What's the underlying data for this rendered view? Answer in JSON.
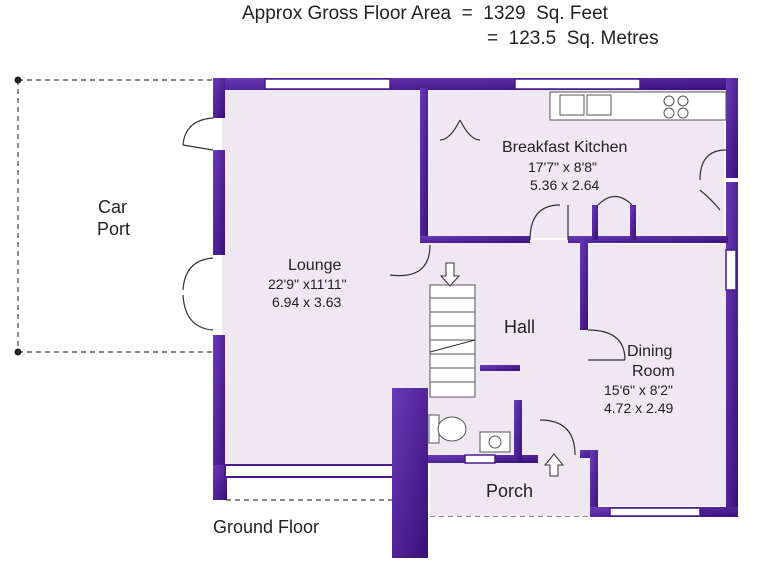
{
  "header": {
    "area_line1": "Approx Gross Floor Area  =  1329  Sq. Feet",
    "area_line2": "=  123.5  Sq. Metres"
  },
  "floor_label": "Ground Floor",
  "colors": {
    "wall": "#4a1a8c",
    "wall_highlight": "#7a4ac8",
    "floor": "#efe7f2",
    "dashed": "#444444"
  },
  "rooms": {
    "lounge": {
      "name": "Lounge",
      "imperial": "22'9\" x11'11\"",
      "metric": "6.94  x  3.63"
    },
    "kitchen": {
      "name": "Breakfast Kitchen",
      "imperial": "17'7\"  x  8'8\"",
      "metric": "5.36  x  2.64"
    },
    "hall": {
      "name": "Hall"
    },
    "dining": {
      "name1": "Dining",
      "name2": "Room",
      "imperial": "15'6\"  x  8'2\"",
      "metric": "4.72  x  2.49"
    },
    "porch": {
      "name": "Porch"
    },
    "carport": {
      "name1": "Car",
      "name2": "Port"
    }
  },
  "icons": [
    "stairs-down-arrow-icon",
    "entrance-arrow-icon",
    "sink-icon",
    "hob-icon",
    "toilet-icon",
    "basin-icon"
  ]
}
